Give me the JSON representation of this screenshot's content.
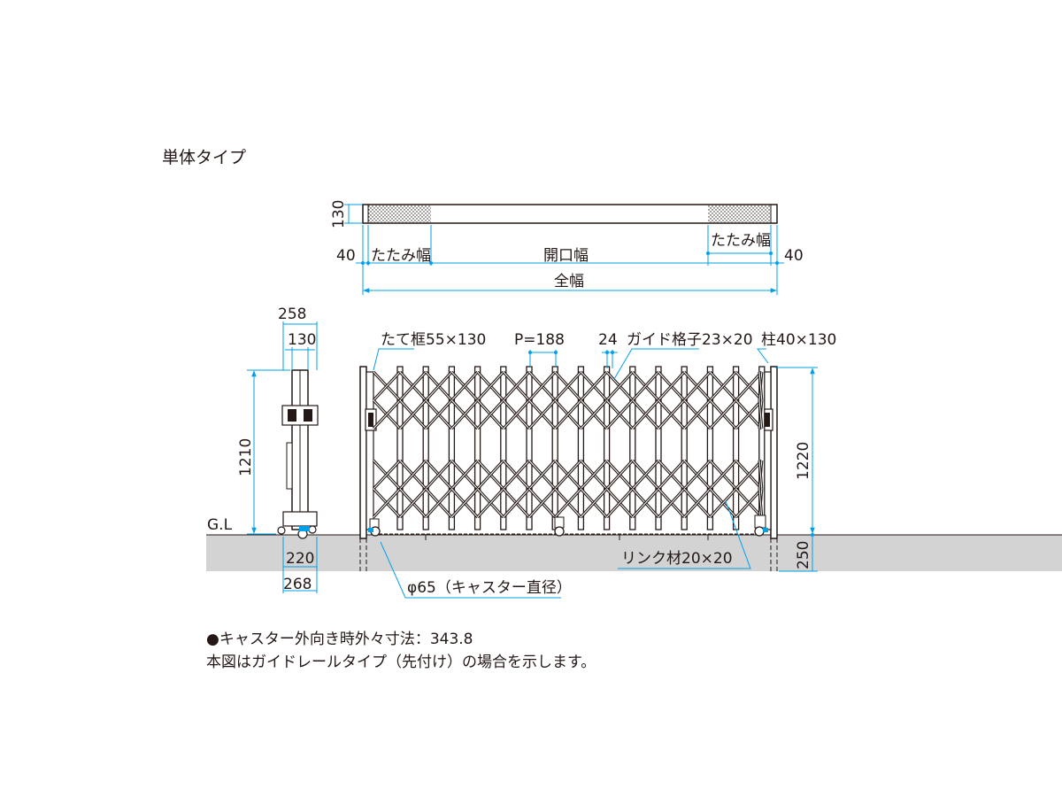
{
  "title": "単体タイプ",
  "plan_view": {
    "height_dim": "130",
    "left_post": "40",
    "left_fold": "たたみ幅",
    "opening": "開口幅",
    "right_fold": "たたみ幅",
    "right_post": "40",
    "overall": "全幅"
  },
  "side_view": {
    "width_top": "258",
    "post_depth": "130",
    "height": "1210",
    "ground": "G.L",
    "caster_span": "220",
    "base_width": "268"
  },
  "front_view": {
    "frame": "たて框55×130",
    "pitch": "P=188",
    "gap": "24",
    "guide_bar": "ガイド格子23×20",
    "post": "柱40×130",
    "height": "1220",
    "embed": "250",
    "link": "リンク材20×20",
    "caster": "φ65（キャスター直径）"
  },
  "notes": [
    "●キャスター外向き時外々寸法：343.8",
    "本図はガイドレールタイプ（先付け）の場合を示します。"
  ],
  "colors": {
    "line": "#231815",
    "dimension": "#00a0e9",
    "ground": "#d3d3d3"
  }
}
